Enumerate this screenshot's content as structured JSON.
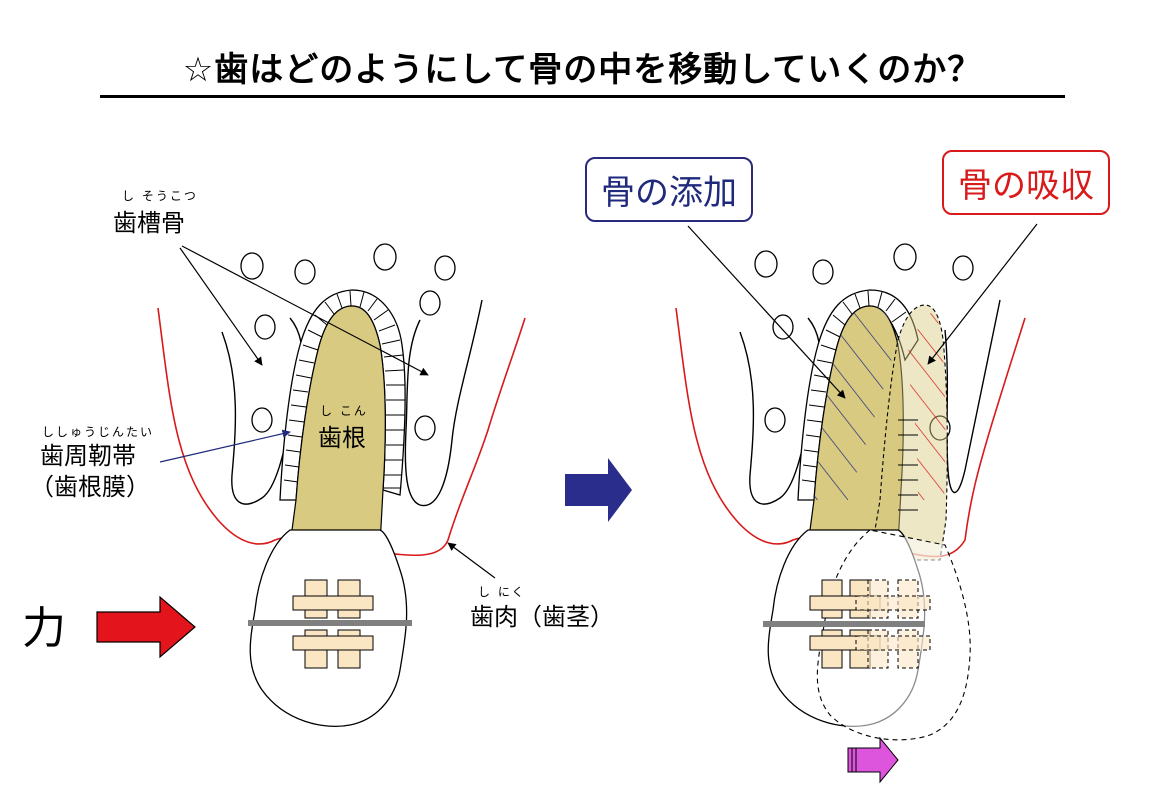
{
  "title": "☆歯はどのようにして骨の中を移動していくのか？",
  "labels": {
    "alveolar_bone": {
      "ruby": "し そうこつ",
      "text": "歯槽骨"
    },
    "root": {
      "ruby": "し こん",
      "text": "歯根"
    },
    "pdl": {
      "ruby": "ししゅうじんたい",
      "text": "歯周靭帯",
      "sub": "（歯根膜）"
    },
    "gum": {
      "ruby": "し にく",
      "text": "歯肉（歯茎）"
    },
    "force": "力",
    "bone_addition": "骨の添加",
    "bone_resorption": "骨の吸収"
  },
  "colors": {
    "root": "#d8ca80",
    "gum_line": "#d81a1a",
    "addition": "#1f2a7c",
    "resorption": "#d81a1a",
    "force_arrow": "#e3141b",
    "transition_arrow": "#2b2d8c",
    "move_arrow": "#dd55dd",
    "bracket": "#fbe6c4",
    "wire": "#808080"
  }
}
